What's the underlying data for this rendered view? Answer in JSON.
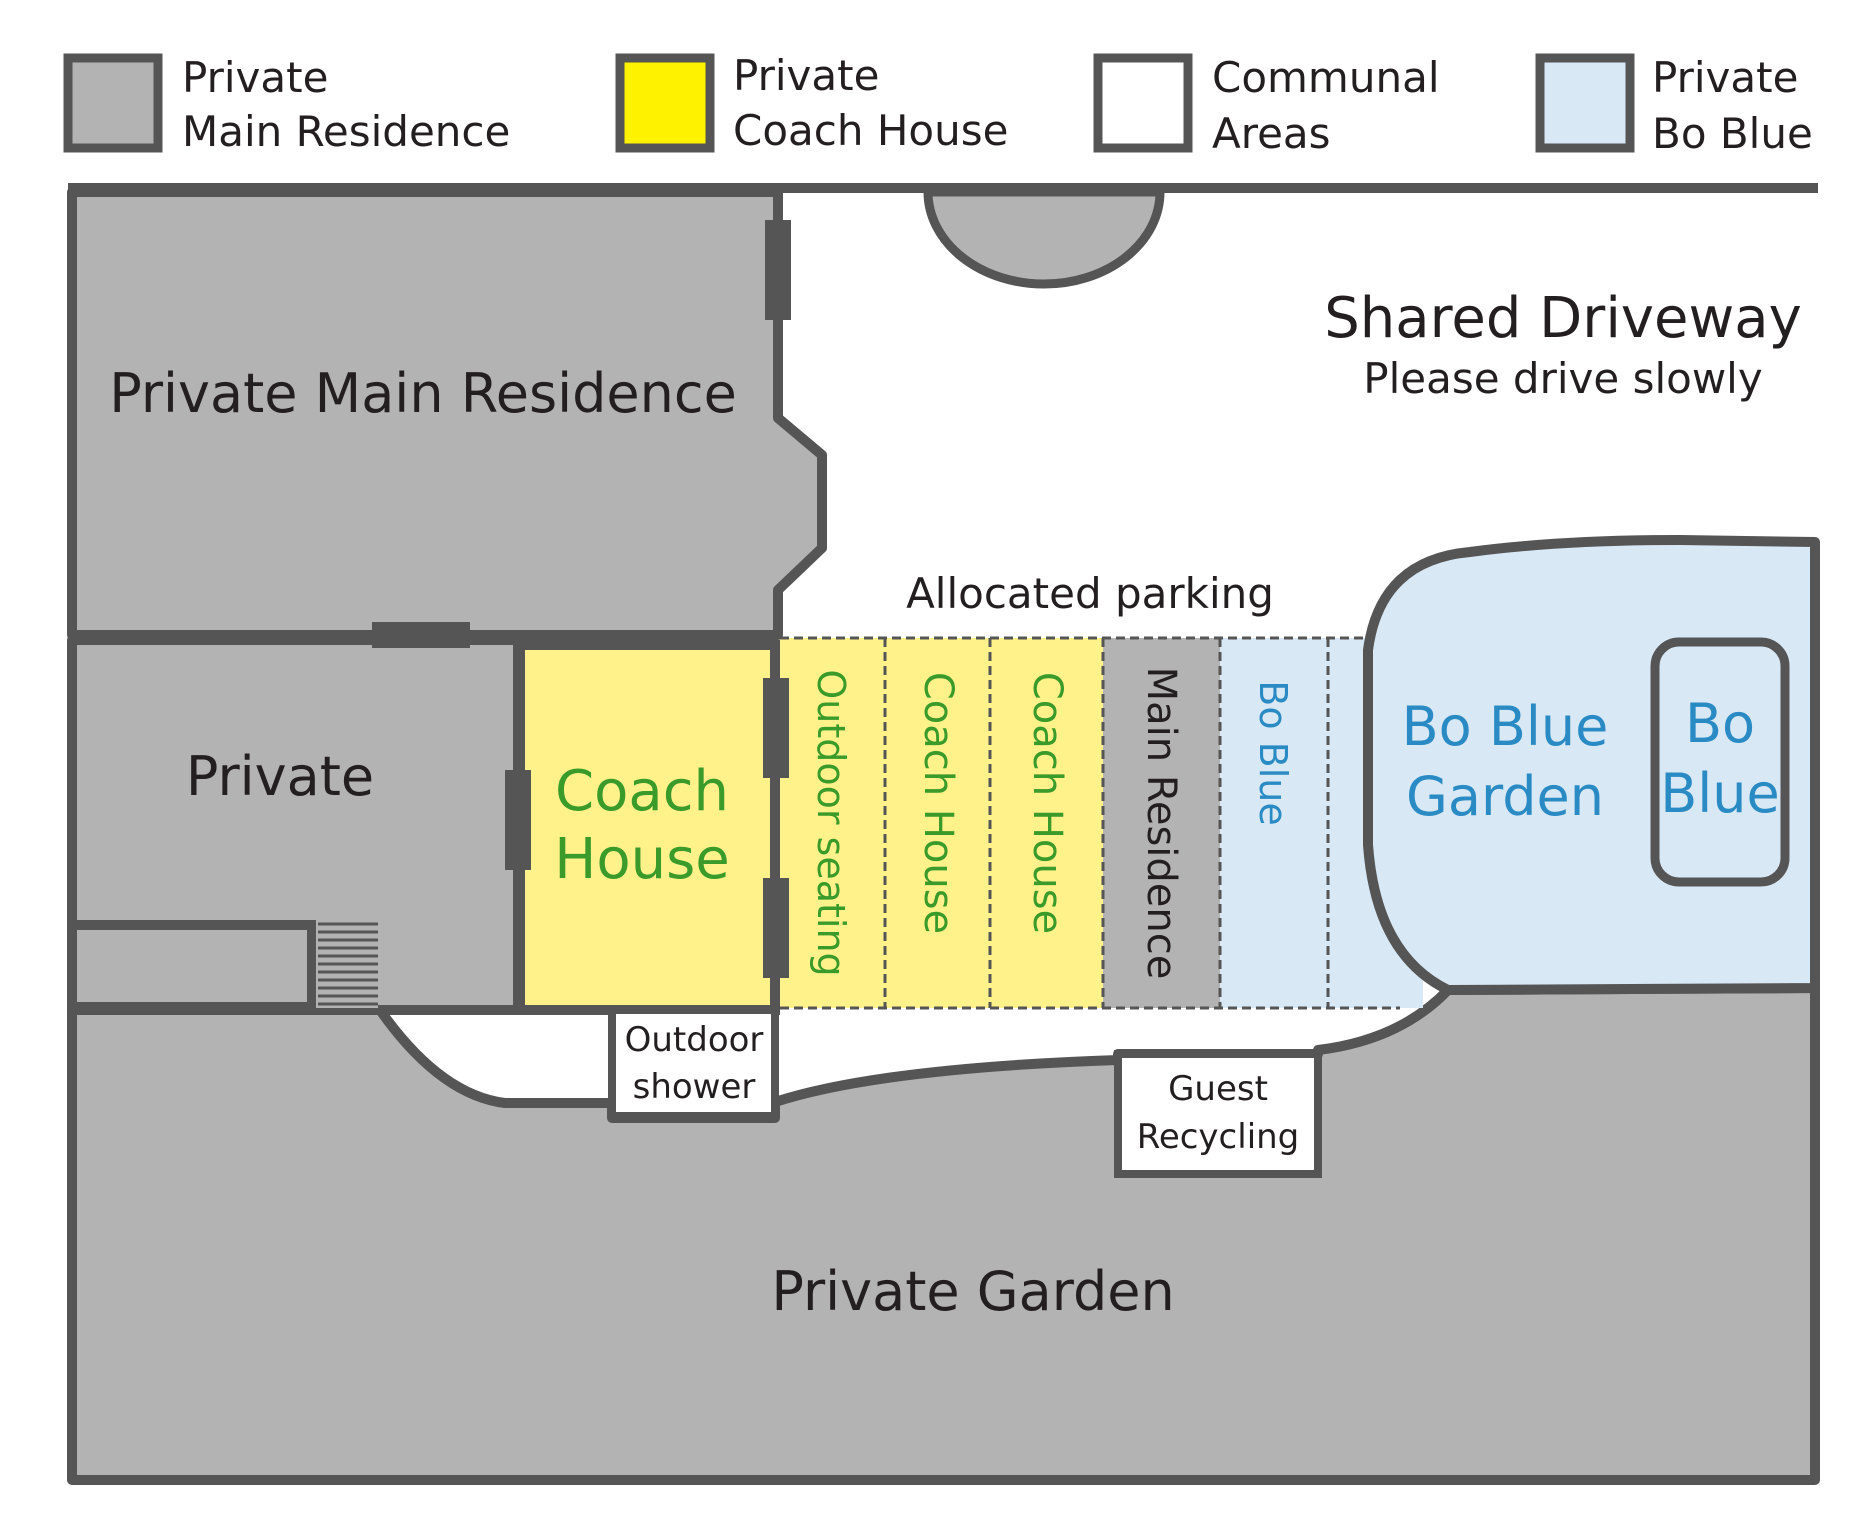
{
  "colors": {
    "private_main": "#b3b3b3",
    "coach_house": "#fff28a",
    "coach_house_legend": "#fff200",
    "communal": "#ffffff",
    "bo_blue": "#d9e8f5",
    "outline": "#555555",
    "dark_text": "#231f20",
    "green_text": "#3a9a2a",
    "blue_text": "#2a8bc4"
  },
  "legend": [
    {
      "line1": "Private",
      "line2": "Main Residence",
      "swatch": "private_main"
    },
    {
      "line1": "Private",
      "line2": "Coach House",
      "swatch": "coach_house_legend"
    },
    {
      "line1": "Communal",
      "line2": "Areas",
      "swatch": "communal"
    },
    {
      "line1": "Private",
      "line2": "Bo Blue",
      "swatch": "bo_blue"
    }
  ],
  "map": {
    "main_residence_label": "Private Main Residence",
    "private_label": "Private",
    "coach_house_line1": "Coach",
    "coach_house_line2": "House",
    "driveway_title": "Shared Driveway",
    "driveway_subtitle": "Please drive slowly",
    "parking_label": "Allocated parking",
    "bays": [
      "Outdoor seating",
      "Coach House",
      "Coach House",
      "Main Residence",
      "Bo Blue"
    ],
    "bo_blue_garden_line1": "Bo Blue",
    "bo_blue_garden_line2": "Garden",
    "bo_blue_house_line1": "Bo",
    "bo_blue_house_line2": "Blue",
    "shower_line1": "Outdoor",
    "shower_line2": "shower",
    "recycling_line1": "Guest",
    "recycling_line2": "Recycling",
    "garden_label": "Private Garden"
  }
}
